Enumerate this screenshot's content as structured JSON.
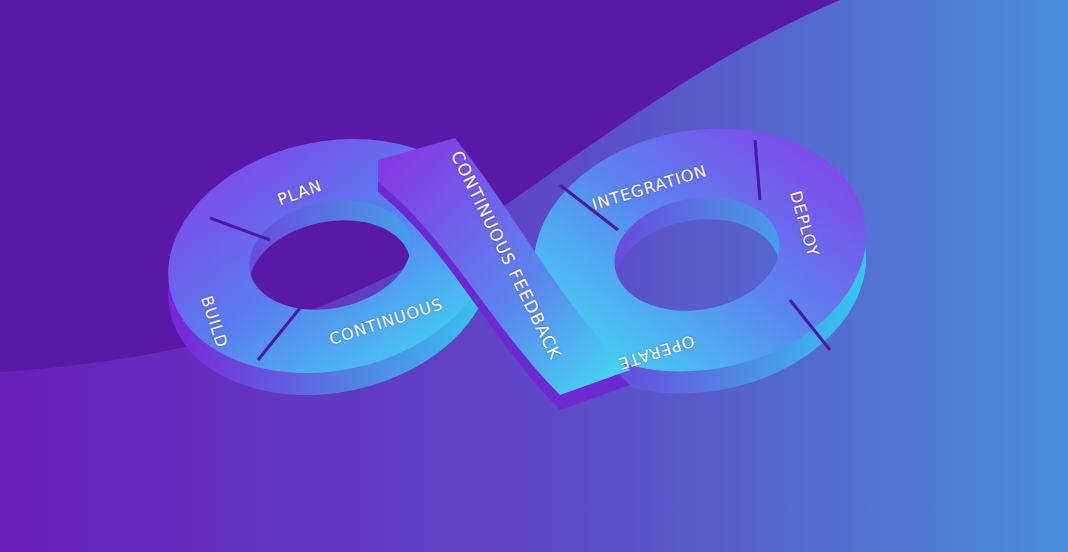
{
  "diagram": {
    "labels": [
      "PLAN",
      "BUILD",
      "CONTINUOUS",
      "CONTINUOUS FEEDBACK",
      "INTEGRATION",
      "DEPLOY",
      "OPERATE"
    ]
  }
}
